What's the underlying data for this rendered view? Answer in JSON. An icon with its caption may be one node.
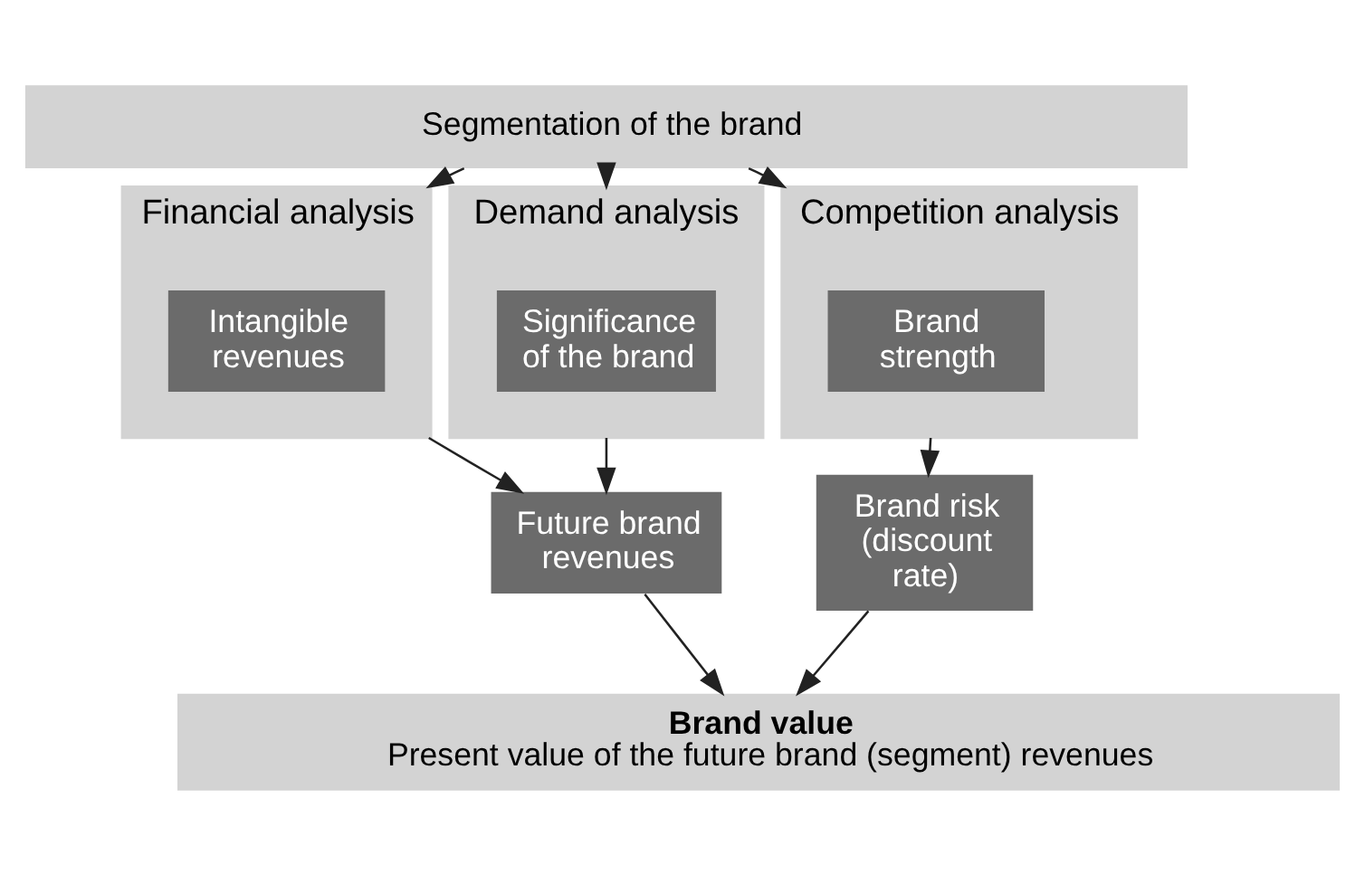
{
  "diagram": {
    "nodes": [
      {
        "text": [
          "Segmentation of the brand"
        ]
      },
      {
        "text": [
          "Financial analysis"
        ]
      },
      {
        "text": [
          "Intangible revenues"
        ],
        "in": 1
      },
      {
        "text": [
          "Demand analysis"
        ]
      },
      {
        "text": [
          "Significance of the brand"
        ],
        "in": 3
      },
      {
        "text": [
          "Competition analysis"
        ]
      },
      {
        "text": [
          "Brand strength"
        ],
        "in": 5
      },
      {
        "text": [
          "Future brand revenues"
        ]
      },
      {
        "text": [
          "Brand risk (discount rate)"
        ]
      },
      {
        "text": [
          "Brand value",
          "Present value of the future brand (segment) revenues"
        ]
      }
    ],
    "edges": [
      {
        "from": 0,
        "to": 1,
        "arrow": "to"
      },
      {
        "from": 0,
        "to": 3,
        "arrow": "to"
      },
      {
        "from": 0,
        "to": 5,
        "arrow": "to"
      },
      {
        "from": 1,
        "to": 7,
        "arrow": "to"
      },
      {
        "from": 3,
        "to": 7,
        "arrow": "to"
      },
      {
        "from": 5,
        "to": 8,
        "arrow": "to"
      },
      {
        "from": 7,
        "to": 9,
        "arrow": "to"
      },
      {
        "from": 8,
        "to": 9,
        "arrow": "to"
      }
    ]
  }
}
